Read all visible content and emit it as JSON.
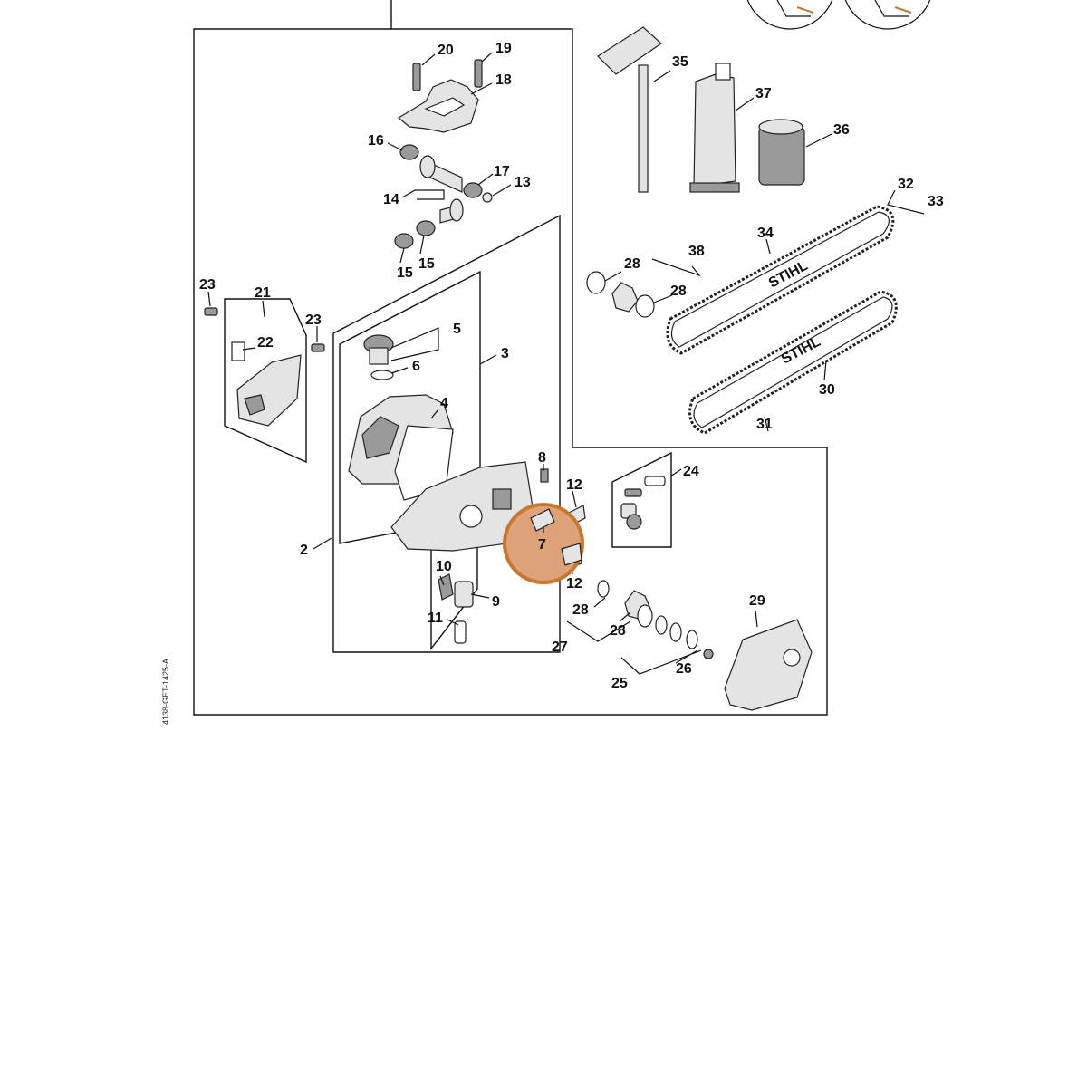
{
  "labels": {
    "l2": "2",
    "l3": "3",
    "l4": "4",
    "l5": "5",
    "l6": "6",
    "l7": "7",
    "l8": "8",
    "l9": "9",
    "l10": "10",
    "l11": "11",
    "l12a": "12",
    "l12b": "12",
    "l13": "13",
    "l14": "14",
    "l15a": "15",
    "l15b": "15",
    "l16": "16",
    "l17": "17",
    "l18": "18",
    "l19": "19",
    "l20": "20",
    "l21": "21",
    "l22": "22",
    "l23a": "23",
    "l23b": "23",
    "l24": "24",
    "l25": "25",
    "l26": "26",
    "l27": "27",
    "l28a": "28",
    "l28b": "28",
    "l28c": "28",
    "l28d": "28",
    "l29": "29",
    "l30": "30",
    "l31": "31",
    "l32": "32",
    "l33": "33",
    "l34": "34",
    "l35": "35",
    "l36": "36",
    "l37": "37",
    "l38": "38"
  },
  "brand_text": {
    "bar_top": "STIHL",
    "bar_bottom": "STIHL"
  },
  "drawing_code": "4138-GET-1425-A",
  "highlight": {
    "part_label": "7",
    "color": "#c9772f",
    "fill": "#dea27a"
  }
}
